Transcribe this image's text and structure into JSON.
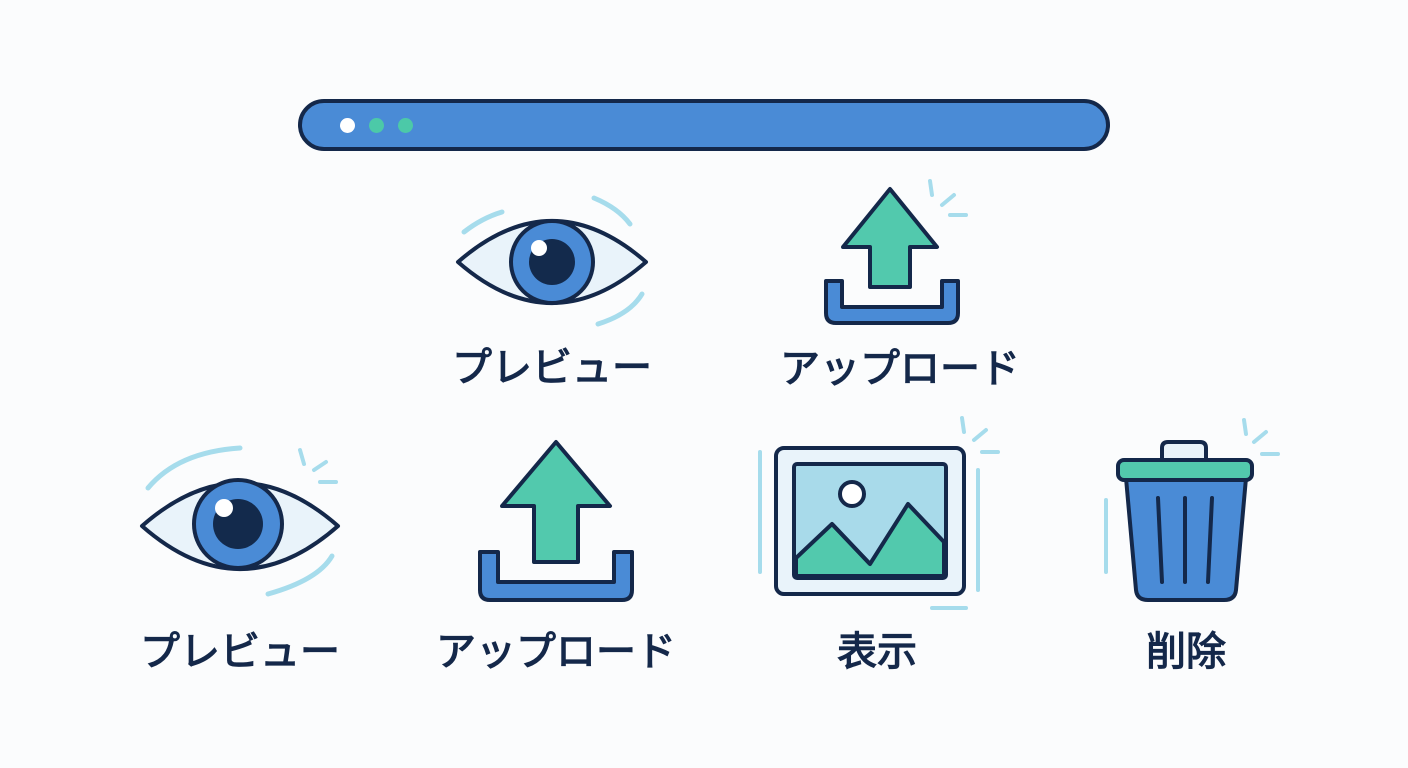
{
  "window": {
    "dots": [
      {
        "color": "#ffffff"
      },
      {
        "color": "#4cc9a8"
      },
      {
        "color": "#4cc9a8"
      }
    ]
  },
  "colors": {
    "outline": "#14284a",
    "primary_blue": "#4a8bd6",
    "pupil": "#132a4c",
    "teal": "#52c9ad",
    "light_blue": "#a8daea",
    "eye_white": "#e9f3fa",
    "accent_line": "#a6dcec"
  },
  "toolbar": {
    "top_row": [
      {
        "id": "preview",
        "label": "プレビュー",
        "icon": "eye-icon"
      },
      {
        "id": "upload",
        "label": "アップロード",
        "icon": "upload-icon"
      }
    ],
    "bottom_row": [
      {
        "id": "preview",
        "label": "プレビュー",
        "icon": "eye-icon"
      },
      {
        "id": "upload",
        "label": "アップロード",
        "icon": "upload-icon"
      },
      {
        "id": "view",
        "label": "表示",
        "icon": "image-icon"
      },
      {
        "id": "delete",
        "label": "削除",
        "icon": "trash-icon"
      }
    ]
  }
}
